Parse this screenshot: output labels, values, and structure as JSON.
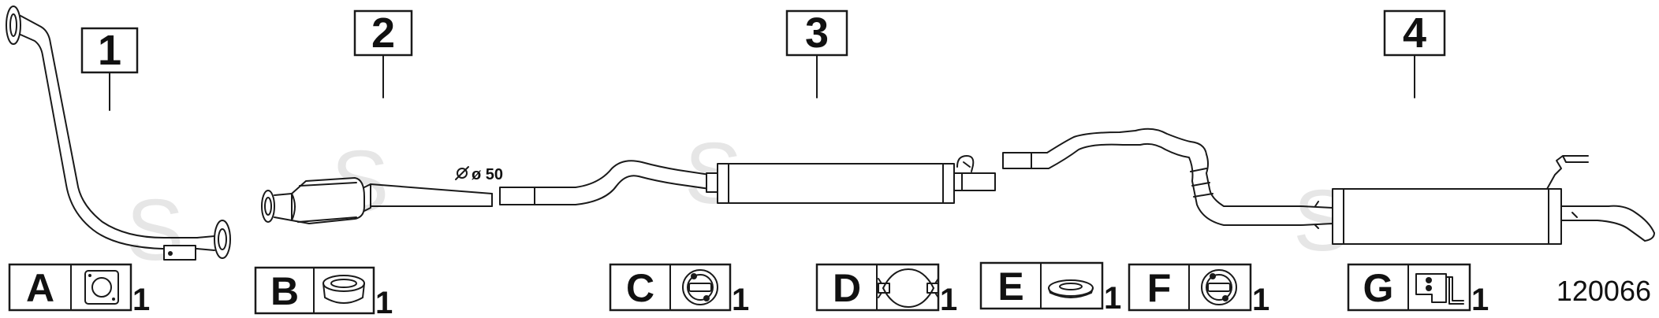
{
  "parts": [
    {
      "number": "1"
    },
    {
      "number": "2"
    },
    {
      "number": "3"
    },
    {
      "number": "4"
    }
  ],
  "dimension_label": "ø 50",
  "watermark": "S",
  "kit_items": [
    {
      "letter": "A",
      "qty": "1",
      "icon": "gasket-icon"
    },
    {
      "letter": "B",
      "qty": "1",
      "icon": "sealing-ring-icon"
    },
    {
      "letter": "C",
      "qty": "1",
      "icon": "rubber-hanger-icon"
    },
    {
      "letter": "D",
      "qty": "1",
      "icon": "pipe-clamp-icon"
    },
    {
      "letter": "E",
      "qty": "1",
      "icon": "rubber-ring-icon"
    },
    {
      "letter": "F",
      "qty": "1",
      "icon": "rubber-hanger-icon"
    },
    {
      "letter": "G",
      "qty": "1",
      "icon": "mounting-bracket-icon"
    }
  ],
  "reference_number": "120066"
}
